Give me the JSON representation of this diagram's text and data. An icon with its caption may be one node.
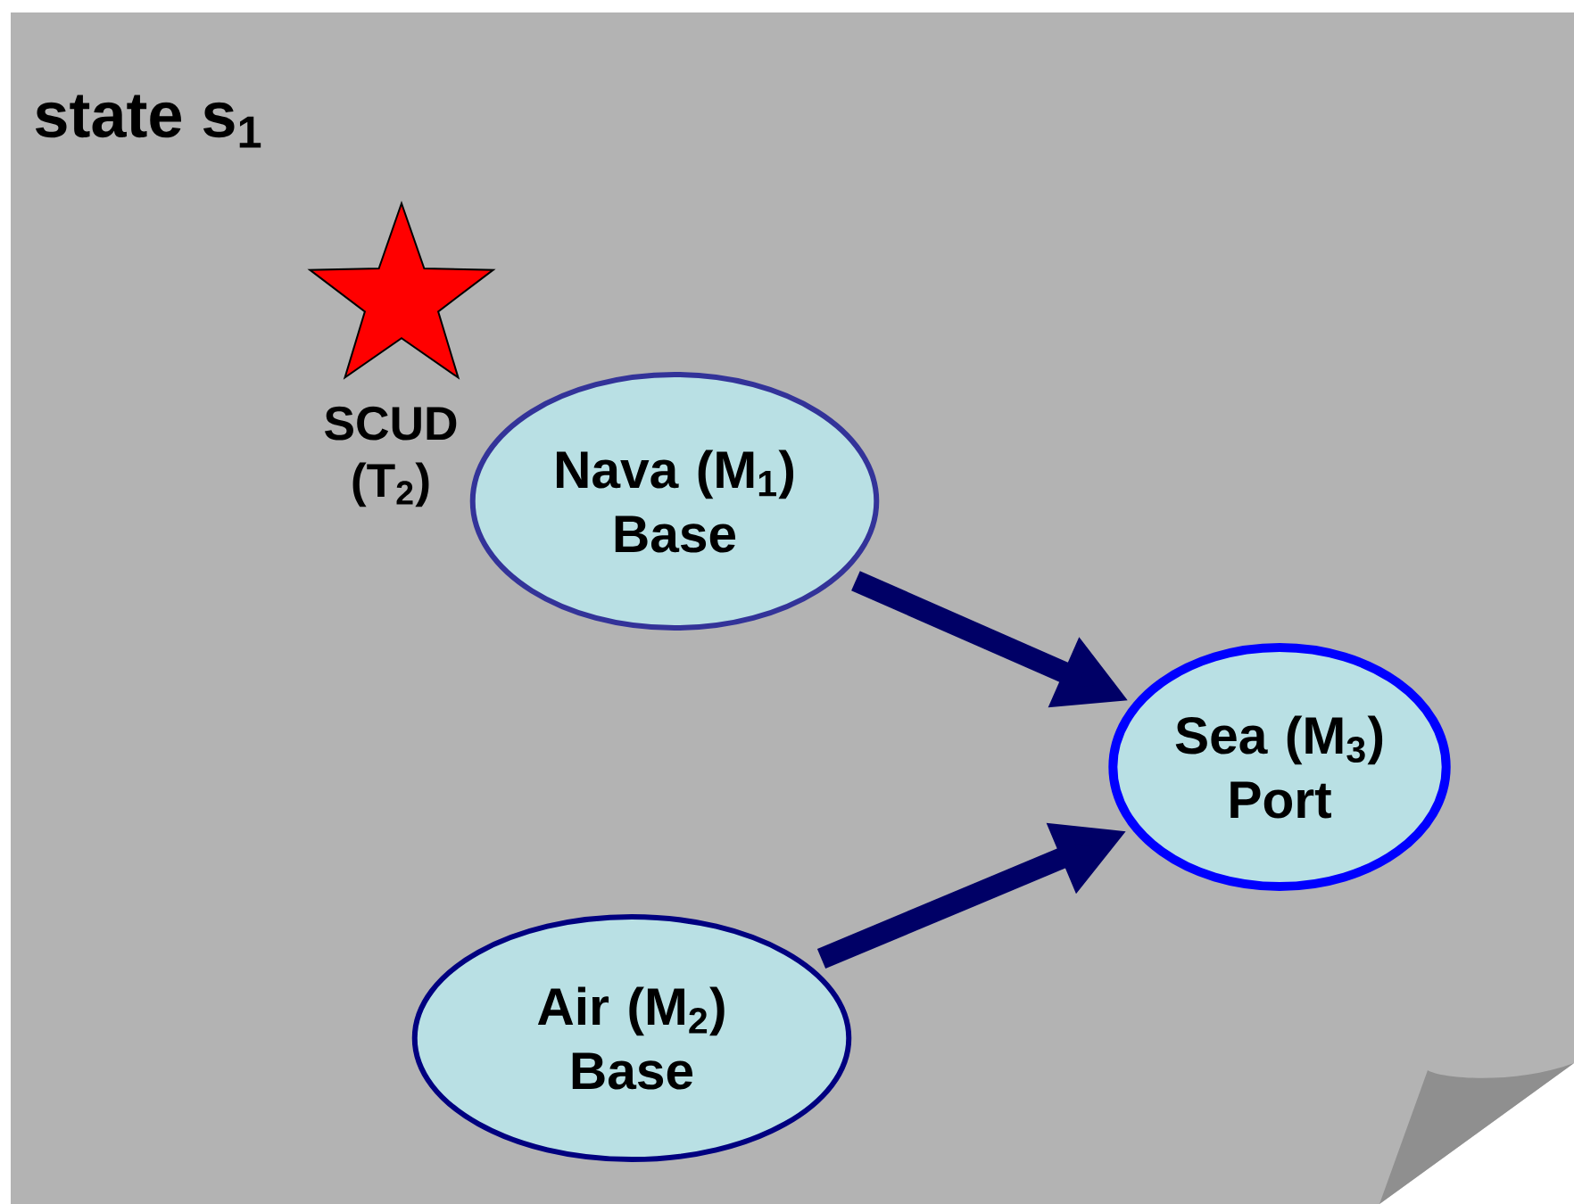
{
  "diagram": {
    "title": "state s$_{1}$",
    "nodes": [
      {
        "text": [
          "SCUD (T$_{2}$)"
        ]
      },
      {
        "text": [
          "Nava (M$_{1}$) Base"
        ]
      },
      {
        "text": [
          "Sea (M$_{3}$) Port"
        ]
      },
      {
        "text": [
          "Air (M$_{2}$) Base"
        ]
      }
    ],
    "edges": [
      {
        "from": 1,
        "to": 2,
        "arrow": "to"
      },
      {
        "from": 3,
        "to": 2,
        "arrow": "to"
      }
    ]
  }
}
